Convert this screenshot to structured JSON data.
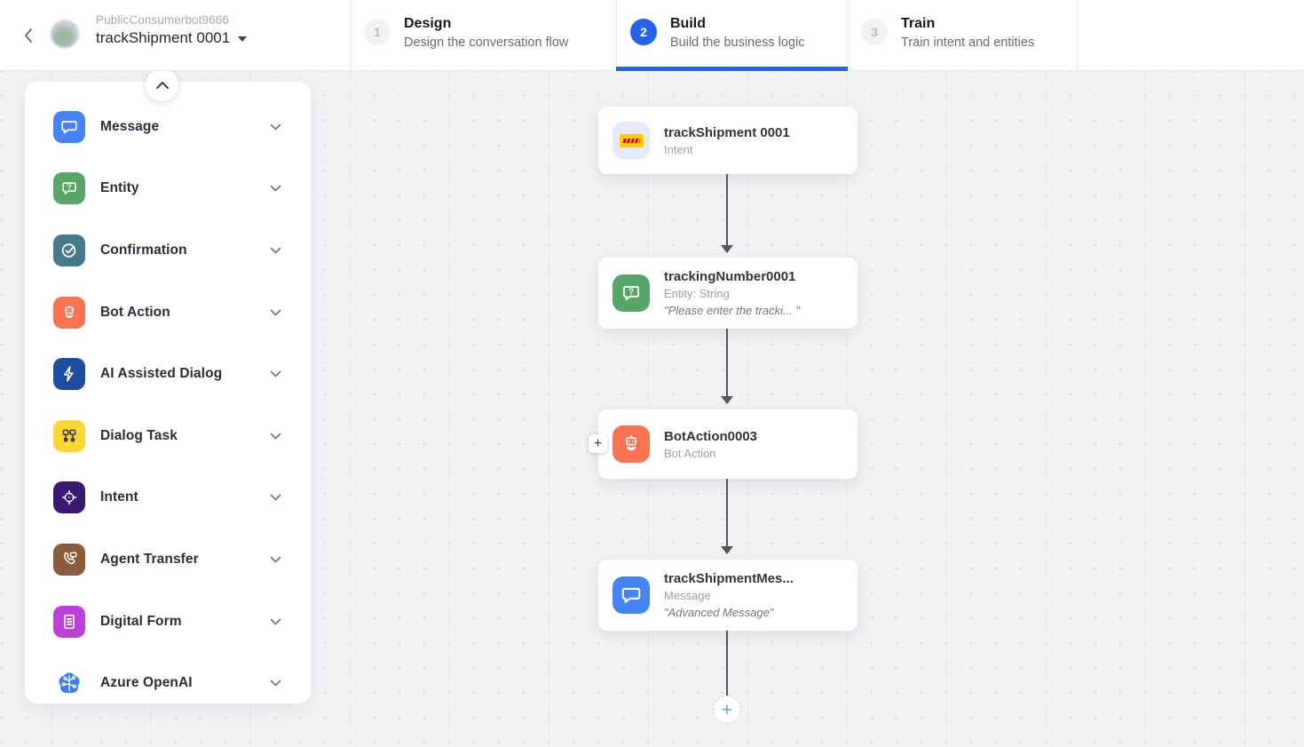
{
  "header": {
    "bot_name": "PublicConsumerbot9666",
    "dialog_name": "trackShipment 0001",
    "steps": [
      {
        "number": "1",
        "title": "Design",
        "description": "Design the conversation flow",
        "active": false
      },
      {
        "number": "2",
        "title": "Build",
        "description": "Build the business logic",
        "active": true
      },
      {
        "number": "3",
        "title": "Train",
        "description": "Train intent and entities",
        "active": false
      }
    ]
  },
  "sidebar": {
    "collapse_icon": "chevron-up-icon",
    "items": [
      {
        "label": "Message",
        "icon": "message-icon",
        "color": "#4584f4"
      },
      {
        "label": "Entity",
        "icon": "entity-icon",
        "color": "#57a667"
      },
      {
        "label": "Confirmation",
        "icon": "confirmation-icon",
        "color": "#46798c"
      },
      {
        "label": "Bot Action",
        "icon": "bot-action-icon",
        "color": "#fa7351"
      },
      {
        "label": "AI Assisted Dialog",
        "icon": "ai-assisted-dialog-icon",
        "color": "#1d4d9f"
      },
      {
        "label": "Dialog Task",
        "icon": "dialog-task-icon",
        "color": "#fdd731"
      },
      {
        "label": "Intent",
        "icon": "intent-icon",
        "color": "#3a1a6e"
      },
      {
        "label": "Agent Transfer",
        "icon": "agent-transfer-icon",
        "color": "#8a5b3a"
      },
      {
        "label": "Digital Form",
        "icon": "digital-form-icon",
        "color": "#bb3fd9"
      },
      {
        "label": "Azure OpenAI",
        "icon": "azure-openai-icon",
        "color": "#3b7df0"
      }
    ]
  },
  "flow": {
    "nodes": [
      {
        "title": "trackShipment 0001",
        "subtitle": "Intent",
        "icon": "dhl-logo-icon"
      },
      {
        "title": "trackingNumber0001",
        "subtitle": "Entity: String",
        "quote": "\"Please enter the tracki... \"",
        "icon": "entity-icon"
      },
      {
        "title": "BotAction0003",
        "subtitle": "Bot Action",
        "icon": "bot-action-icon"
      },
      {
        "title": "trackShipmentMes...",
        "subtitle": "Message",
        "quote": "\"Advanced Message\"",
        "icon": "message-icon"
      }
    ],
    "insert_button_label": "+",
    "add_node_button_label": "+"
  },
  "colors": {
    "active_step_blue": "#2563eb",
    "connector_gray": "#53575d",
    "canvas_bg": "#f1f2f4",
    "message_blue": "#4584f4",
    "entity_green": "#57a667",
    "confirmation_teal": "#46798c",
    "bot_action_orange": "#fa7351",
    "ai_assisted_navy": "#1d4d9f",
    "dialog_task_yellow": "#fdd731",
    "intent_purple": "#3a1a6e",
    "agent_transfer_brown": "#8a5b3a",
    "digital_form_magenta": "#bb3fd9",
    "azure_openai_blue": "#3b7df0",
    "dhl_yellow": "#ffcc00",
    "dhl_red": "#d40511"
  }
}
